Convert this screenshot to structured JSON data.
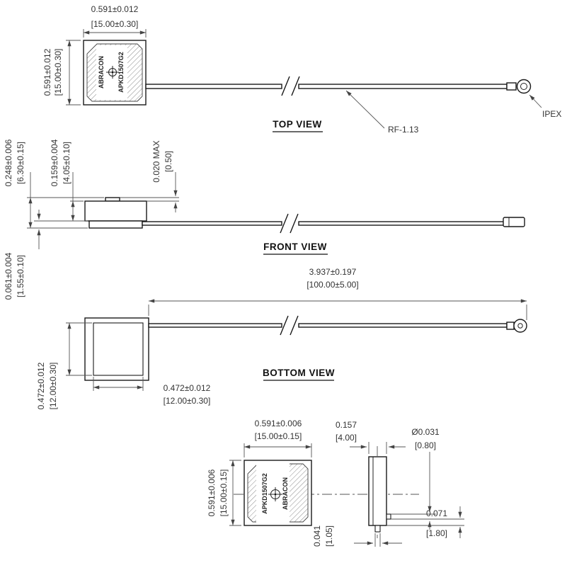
{
  "top_view": {
    "title": "TOP VIEW",
    "width_in": "0.591±0.012",
    "width_mm": "[15.00±0.30]",
    "height_in": "0.591±0.012",
    "height_mm": "[15.00±0.30]",
    "brand": "ABRACON",
    "part_number": "APKD1507G2",
    "cable_label": "RF-1.13",
    "connector_label": "IPEX"
  },
  "front_view": {
    "title": "FRONT VIEW",
    "overall_height_in": "0.248±0.006",
    "overall_height_mm": "[6.30±0.15]",
    "body_height_in": "0.159±0.004",
    "body_height_mm": "[4.05±0.10]",
    "top_max_in": "0.020 MAX",
    "top_max_mm": "[0.50]",
    "base_thickness_in": "0.061±0.004",
    "base_thickness_mm": "[1.55±0.10]"
  },
  "bottom_view": {
    "title": "BOTTOM  VIEW",
    "cable_length_in": "3.937±0.197",
    "cable_length_mm": "[100.00±5.00]",
    "plate_width_in": "0.472±0.012",
    "plate_width_mm": "[12.00±0.30]",
    "plate_height_in": "0.472±0.012",
    "plate_height_mm": "[12.00±0.30]"
  },
  "detail_view": {
    "width_in": "0.591±0.006",
    "width_mm": "[15.00±0.15]",
    "height_in": "0.591±0.006",
    "height_mm": "[15.00±0.15]",
    "thickness_in": "0.157",
    "thickness_mm": "[4.00]",
    "pin_diameter_in": "Ø0.031",
    "pin_diameter_mm": "[0.80]",
    "pin_offset_in": "0.071",
    "pin_offset_mm": "[1.80]",
    "pin_length_in": "0.041",
    "pin_length_mm": "[1.05]",
    "brand": "ABRACON",
    "part_number": "APKD1507G2"
  }
}
